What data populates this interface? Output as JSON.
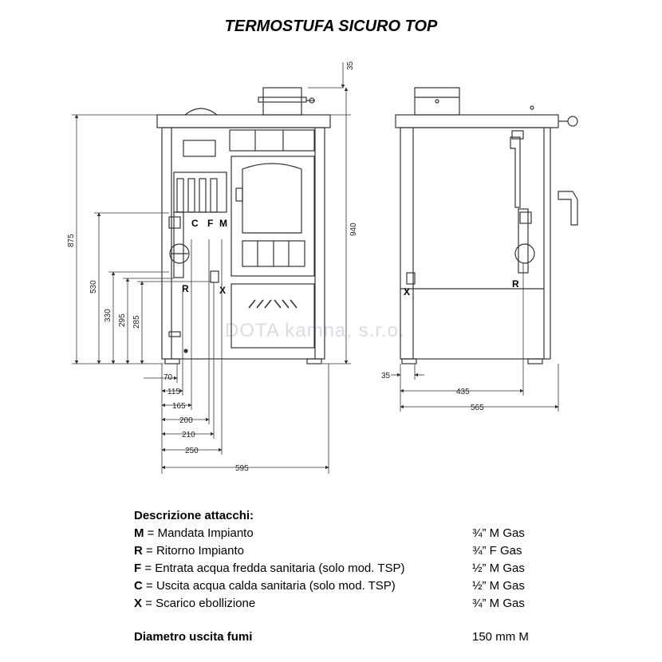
{
  "title": "TERMOSTUFA SICURO TOP",
  "watermark": "DOTA kamna, s.r.o.",
  "front_view": {
    "connection_labels": [
      "C",
      "F",
      "M",
      "R",
      "X"
    ],
    "dims_top": "35",
    "dims_right": "940",
    "dims_left": [
      "875",
      "530",
      "330",
      "295",
      "285"
    ],
    "dims_bottom": [
      "70",
      "115",
      "165",
      "200",
      "210",
      "250",
      "595"
    ]
  },
  "side_view": {
    "connection_labels": [
      "X",
      "R"
    ],
    "dims": [
      "35",
      "435",
      "565"
    ]
  },
  "legend": {
    "heading": "Descrizione attacchi:",
    "items": [
      {
        "code": "M",
        "desc": " = Mandata Impianto",
        "spec": "¾” M Gas"
      },
      {
        "code": "R",
        "desc": " = Ritorno Impianto",
        "spec": "¾” F Gas"
      },
      {
        "code": "F",
        "desc": " = Entrata acqua fredda sanitaria (solo mod. TSP)",
        "spec": "½” M Gas"
      },
      {
        "code": "C",
        "desc": " = Uscita acqua calda sanitaria (solo mod. TSP)",
        "spec": "½” M Gas"
      },
      {
        "code": "X",
        "desc": " = Scarico ebollizione",
        "spec": "¾” M Gas"
      }
    ],
    "smoke_label": "Diametro uscita fumi",
    "smoke_value": "150 mm M"
  }
}
